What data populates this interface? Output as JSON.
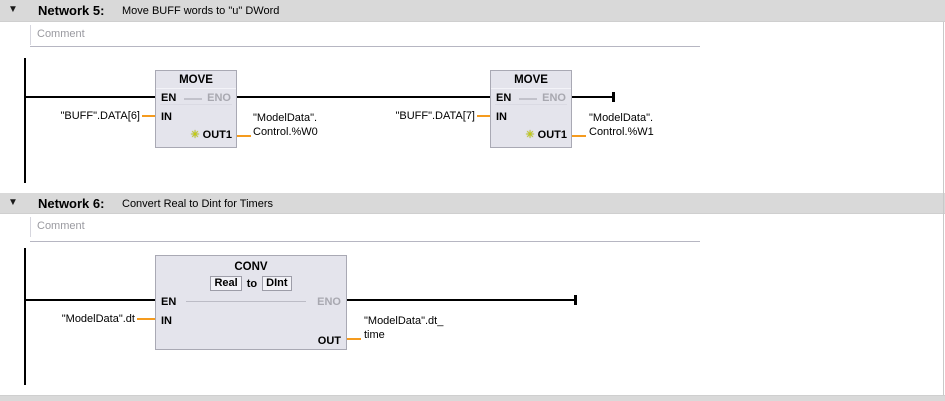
{
  "icons": {
    "collapse_triangle": "▼",
    "out_modifier_star": "✳"
  },
  "colors": {
    "network_band_gray": "#d9d9d9",
    "block_fill": "#e4e4ec",
    "wire_orange": "#f59b1e",
    "rung_black": "#000000",
    "eno_gray": "#a8a8b0",
    "star_yellow": "#cdd500"
  },
  "networks": [
    {
      "title": "Network 5:",
      "description": "Move BUFF words to \"u\" DWord",
      "comment_placeholder": "Comment",
      "blocks": [
        {
          "title": "MOVE",
          "pin_en": "EN",
          "pin_eno": "ENO",
          "pin_in": "IN",
          "pin_out": "OUT1",
          "input_operand": "\"BUFF\".DATA[6]",
          "output_operand_line1": "\"ModelData\".",
          "output_operand_line2": "Control.%W0"
        },
        {
          "title": "MOVE",
          "pin_en": "EN",
          "pin_eno": "ENO",
          "pin_in": "IN",
          "pin_out": "OUT1",
          "input_operand": "\"BUFF\".DATA[7]",
          "output_operand_line1": "\"ModelData\".",
          "output_operand_line2": "Control.%W1"
        }
      ]
    },
    {
      "title": "Network 6:",
      "description": "Convert Real to Dint for Timers",
      "comment_placeholder": "Comment",
      "blocks": [
        {
          "title": "CONV",
          "conv_from_type": "Real",
          "conv_to_word": "to",
          "conv_to_type": "DInt",
          "pin_en": "EN",
          "pin_eno": "ENO",
          "pin_in": "IN",
          "pin_out": "OUT",
          "input_operand": "\"ModelData\".dt",
          "output_operand_line1": "\"ModelData\".dt_",
          "output_operand_line2": "time"
        }
      ]
    }
  ]
}
